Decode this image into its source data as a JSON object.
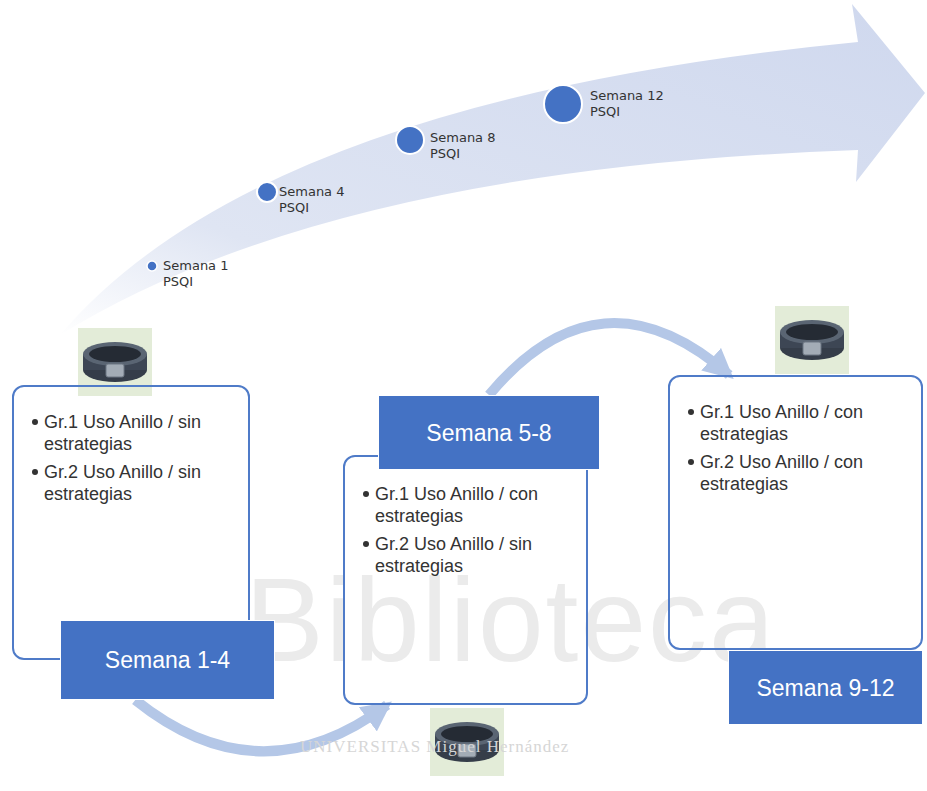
{
  "diagram": {
    "nodes": [
      {
        "text": [
          "Gr.1 Uso Anillo / sin estrategias",
          "Gr.2 Uso Anillo / sin estrategias"
        ]
      },
      {
        "text": [
          "Semana 1-4"
        ]
      },
      {
        "text": [
          "Semana 5-8"
        ]
      },
      {
        "text": [
          "Gr.1 Uso Anillo / con estrategias",
          "Gr.2 Uso Anillo / sin estrategias"
        ]
      },
      {
        "text": [
          "Gr.1 Uso Anillo / con estrategias",
          "Gr.2 Uso Anillo / con estrategias"
        ]
      },
      {
        "text": [
          "Semana 9-12"
        ]
      }
    ],
    "edges": [
      {
        "from": 1,
        "to": 3,
        "arrow": "to"
      },
      {
        "from": 2,
        "to": 4,
        "arrow": "to"
      }
    ],
    "labels": [
      "Semana 1 PSQI",
      "Semana 4 PSQI",
      "Semana 8 PSQI",
      "Semana 12 PSQI",
      "Biblioteca",
      "UNIVERSITAS Miguel Hernández"
    ]
  }
}
